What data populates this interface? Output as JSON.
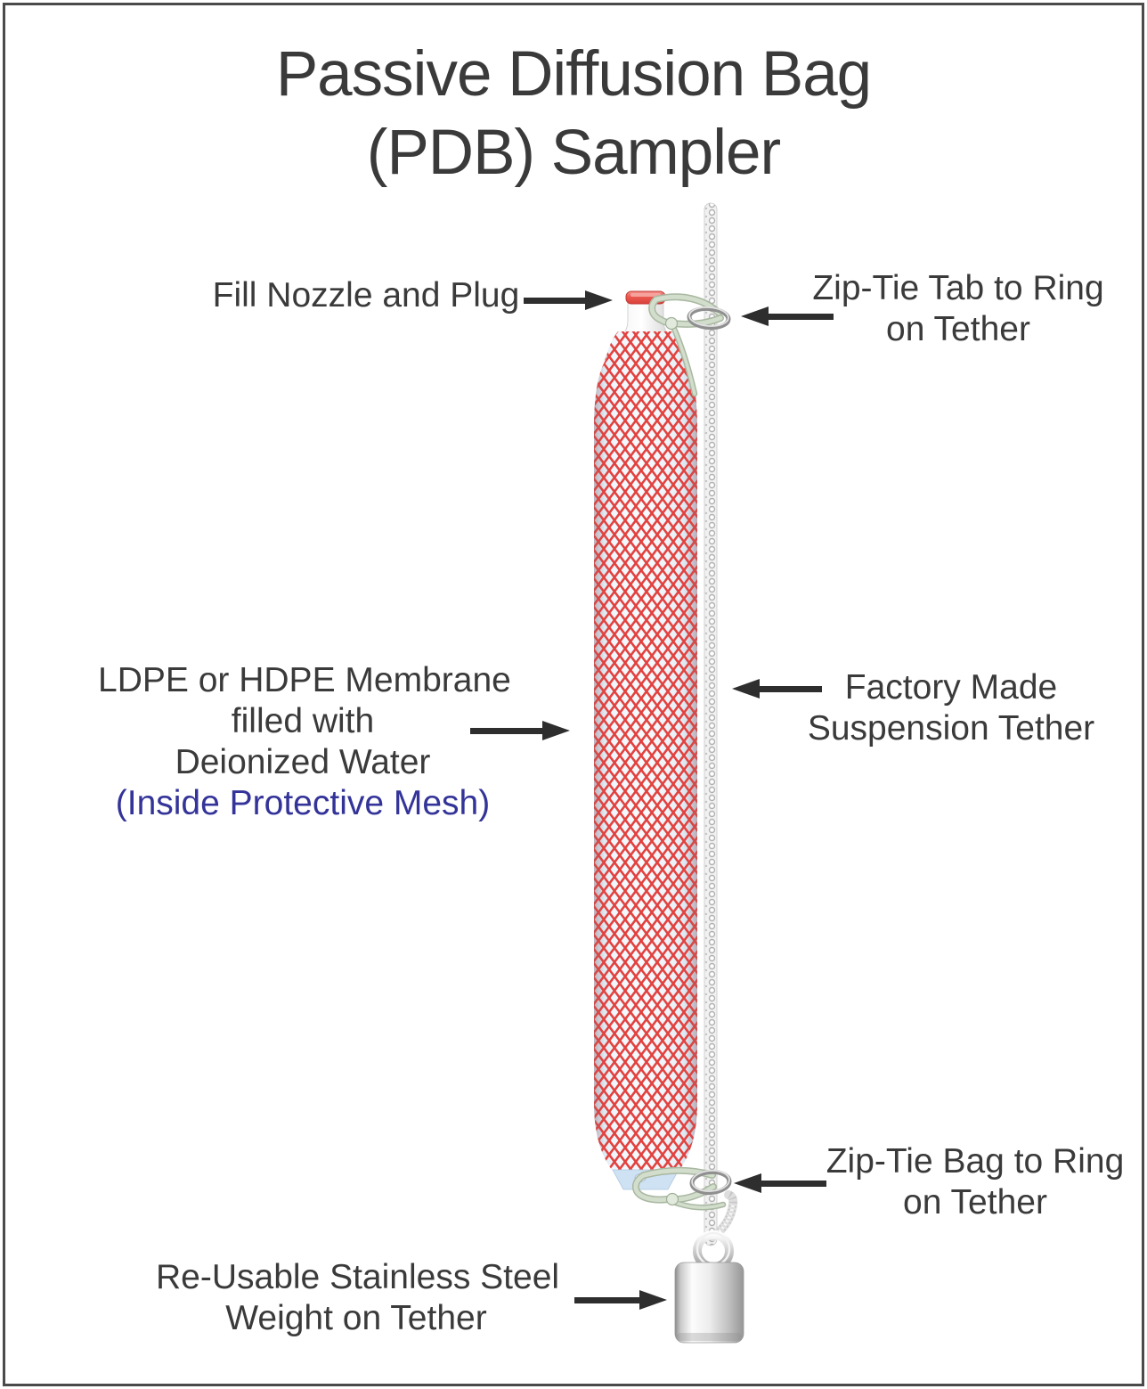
{
  "title": {
    "line1": "Passive Diffusion Bag",
    "line2": "(PDB) Sampler"
  },
  "labels": {
    "fill_nozzle": {
      "line1": "Fill Nozzle and Plug"
    },
    "zip_tie_tab": {
      "line1": "Zip-Tie Tab to Ring",
      "line2": "on Tether"
    },
    "membrane": {
      "line1": "LDPE or HDPE Membrane",
      "line2": "filled with",
      "line3": "Deionized Water",
      "line4": "(Inside Protective Mesh)"
    },
    "factory_tether": {
      "line1": "Factory Made",
      "line2": "Suspension Tether"
    },
    "zip_tie_bag": {
      "line1": "Zip-Tie Bag to Ring",
      "line2": "on Tether"
    },
    "weight": {
      "line1": "Re-Usable Stainless Steel",
      "line2": "Weight on Tether"
    }
  },
  "colors": {
    "text": "#3a3a3a",
    "accent_blue": "#333399",
    "mesh_red": "#e2423f",
    "arrow": "#2e2e2e",
    "zip_tie_green": "#c6d4c0",
    "bag_blue": "#e8f1f8"
  }
}
